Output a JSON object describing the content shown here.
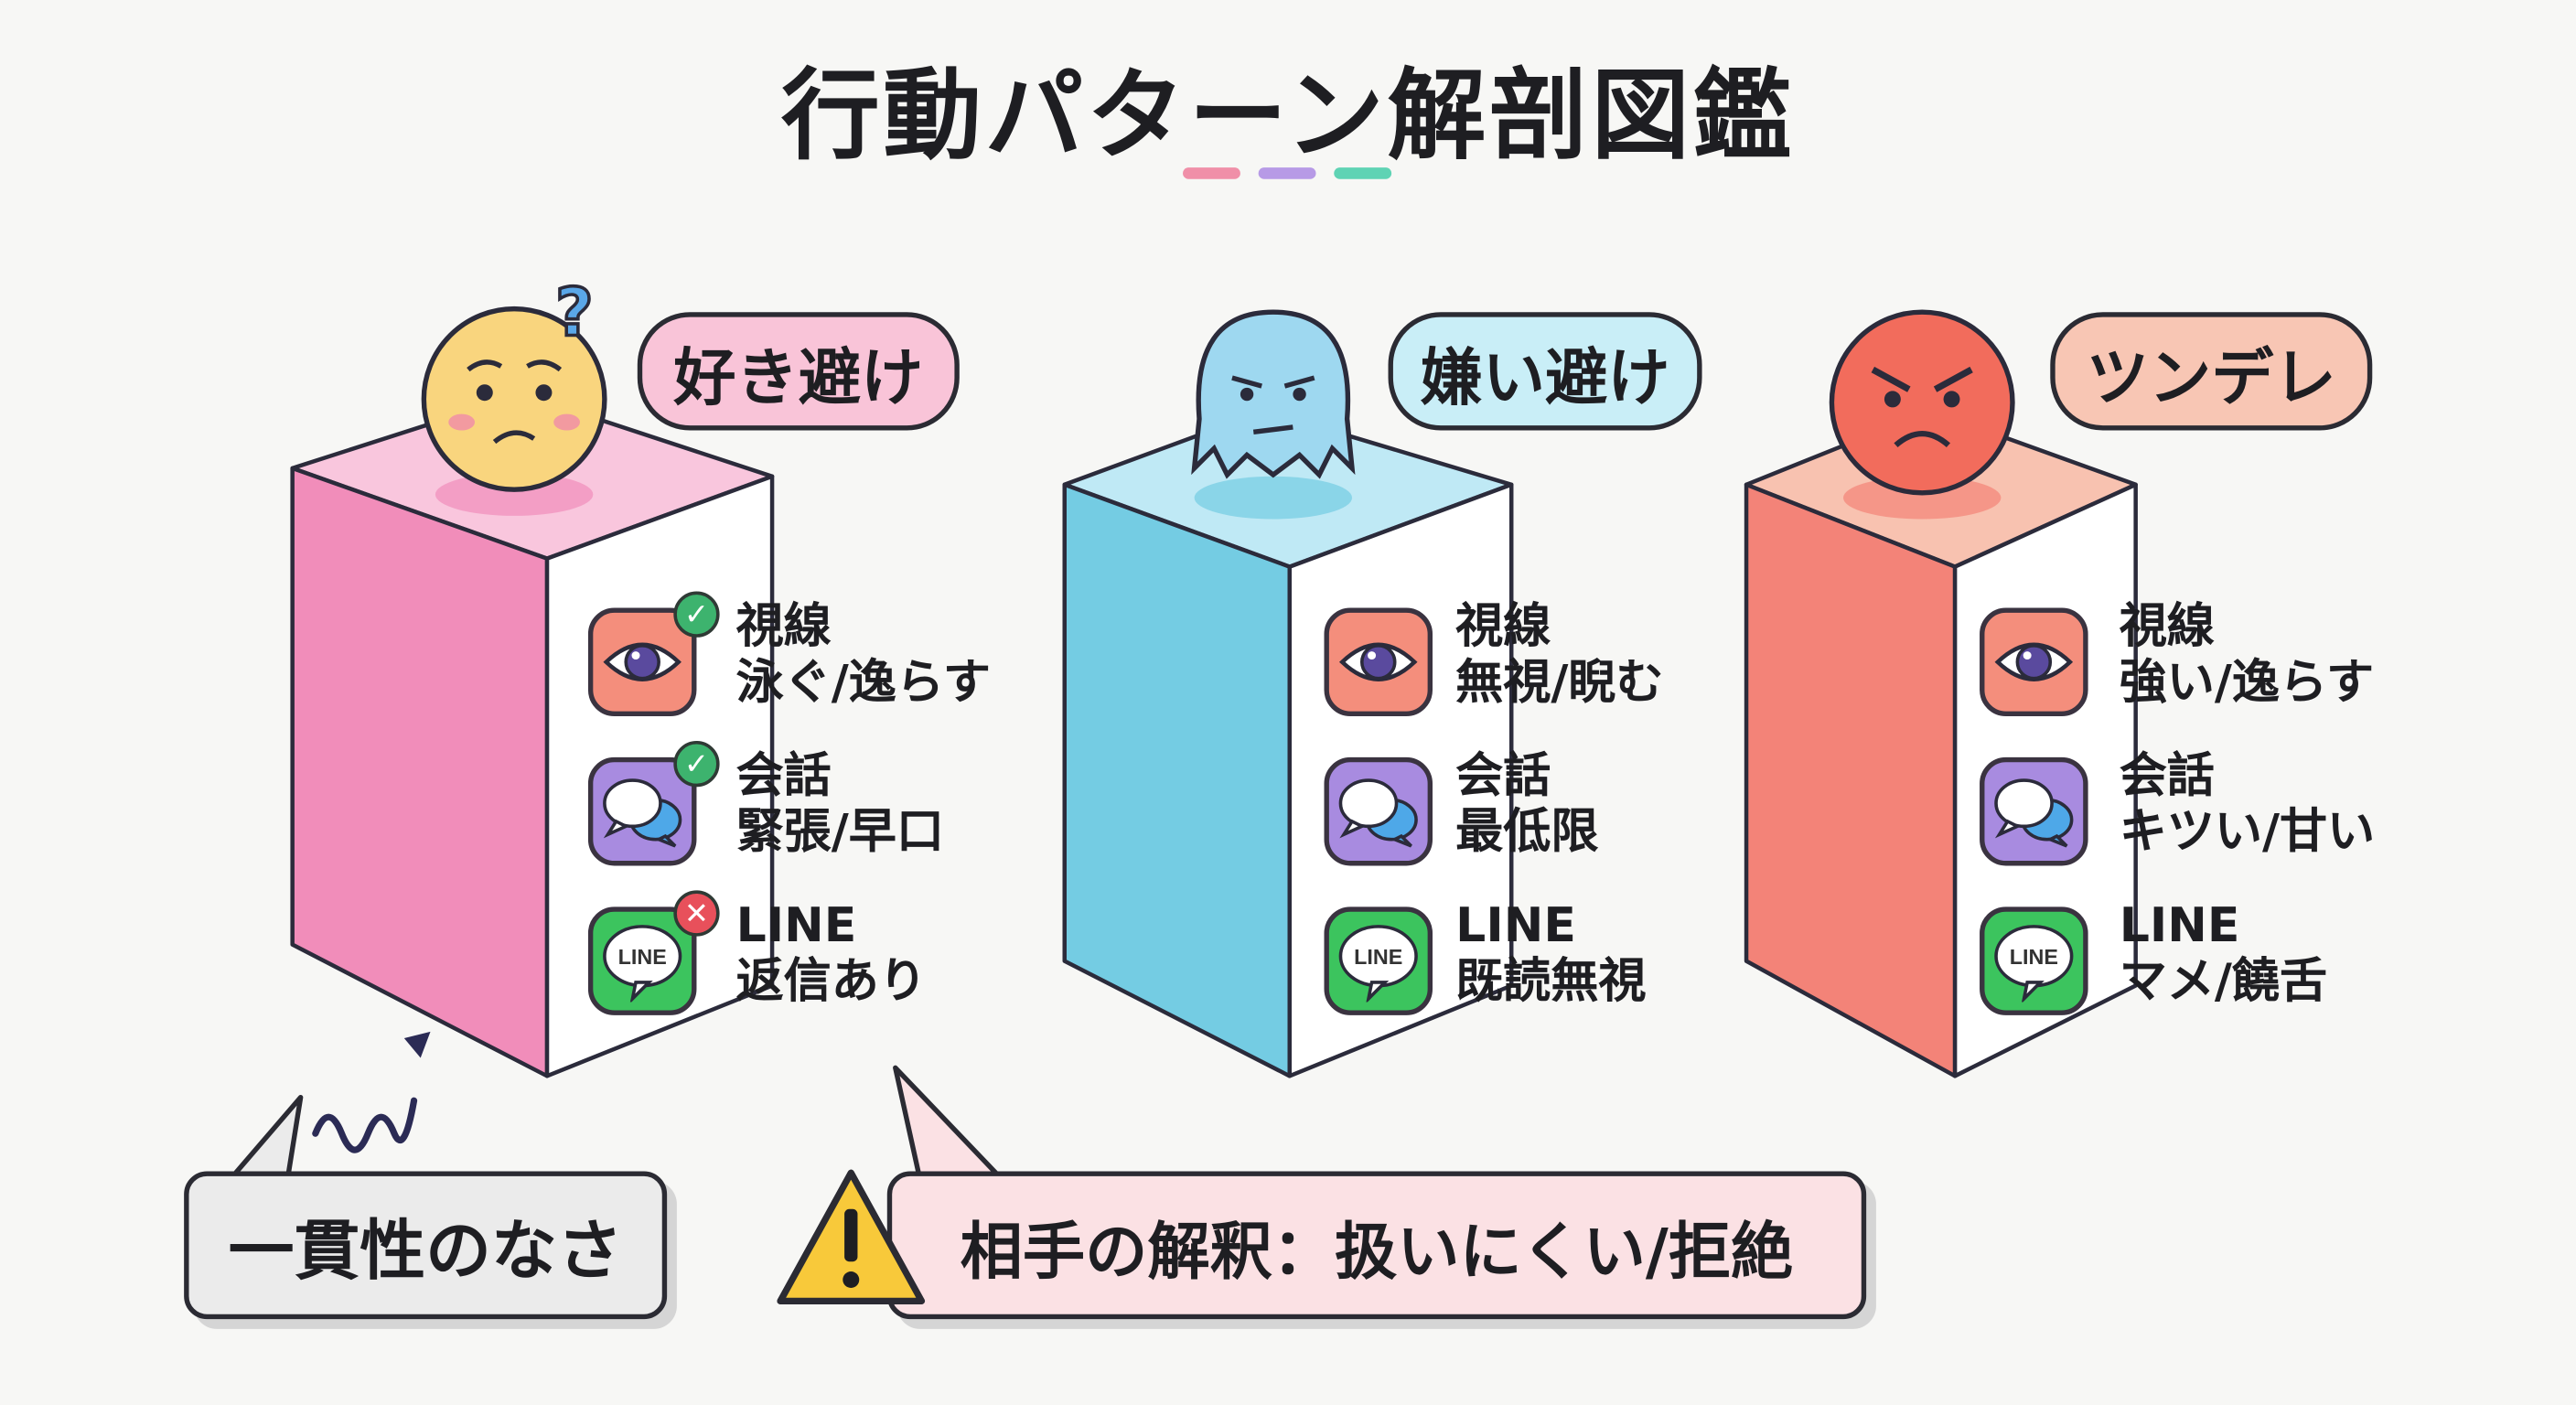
{
  "title": "行動パターン解剖図鑑",
  "accent_dashes": [
    "#F08FA8",
    "#B79AE6",
    "#5FD3B4"
  ],
  "columns": [
    {
      "label": "好き避け",
      "face": "worried-face-icon",
      "colors": {
        "front": "#F18DBA",
        "top": "#F9C6DD",
        "bubble": "#F9C4D8",
        "face": "#F9D57E"
      },
      "items": [
        {
          "title": "視線",
          "detail": "泳ぐ/逸らす",
          "icon": "eye-icon",
          "badge": "check"
        },
        {
          "title": "会話",
          "detail": "緊張/早口",
          "icon": "chat-bubbles-icon",
          "badge": "check"
        },
        {
          "title": "LINE",
          "detail": "返信あり",
          "icon": "line-app-icon",
          "badge": "cross"
        }
      ]
    },
    {
      "label": "嫌い避け",
      "face": "cold-ghost-face-icon",
      "colors": {
        "front": "#74CCE3",
        "top": "#BFE9F5",
        "bubble": "#C9EEF7",
        "face": "#9ED8F0"
      },
      "items": [
        {
          "title": "視線",
          "detail": "無視/睨む",
          "icon": "eye-icon",
          "badge": ""
        },
        {
          "title": "会話",
          "detail": "最低限",
          "icon": "chat-bubbles-icon",
          "badge": ""
        },
        {
          "title": "LINE",
          "detail": "既読無視",
          "icon": "line-app-icon",
          "badge": ""
        }
      ]
    },
    {
      "label": "ツンデレ",
      "face": "angry-face-icon",
      "colors": {
        "front": "#F38378",
        "top": "#F8C2B0",
        "bubble": "#F8C6B4",
        "face": "#F26C5C"
      },
      "items": [
        {
          "title": "視線",
          "detail": "強い/逸らす",
          "icon": "eye-icon",
          "badge": ""
        },
        {
          "title": "会話",
          "detail": "キツい/甘い",
          "icon": "chat-bubbles-icon",
          "badge": ""
        },
        {
          "title": "LINE",
          "detail": "マメ/饒舌",
          "icon": "line-app-icon",
          "badge": ""
        }
      ]
    }
  ],
  "icon_text": {
    "line": "LINE"
  },
  "callouts": {
    "inconsistency": "一貫性のなさ",
    "interpretation": "相手の解釈：扱いにくい/拒絶"
  }
}
